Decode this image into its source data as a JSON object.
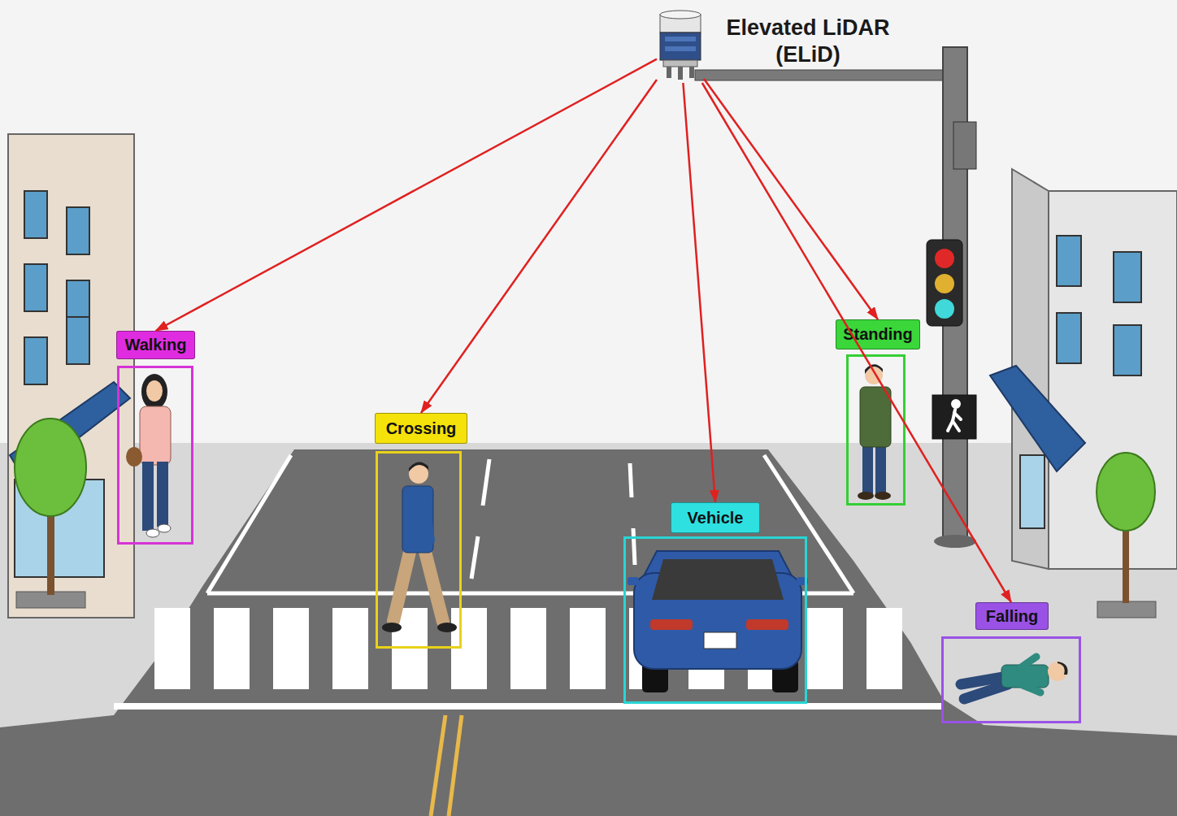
{
  "diagram": {
    "nodes": [
      {
        "text": [
          "Elevated LiDAR (ELiD)"
        ]
      },
      {
        "text": [
          "Walking"
        ]
      },
      {
        "text": [
          "Crossing"
        ]
      },
      {
        "text": [
          "Vehicle"
        ]
      },
      {
        "text": [
          "Standing"
        ]
      },
      {
        "text": [
          "Falling"
        ]
      }
    ],
    "edges": [
      {
        "from": 0,
        "to": 1,
        "arrow": "to"
      },
      {
        "from": 0,
        "to": 2,
        "arrow": "to"
      },
      {
        "from": 0,
        "to": 3,
        "arrow": "to"
      },
      {
        "from": 0,
        "to": 4,
        "arrow": "to"
      },
      {
        "from": 0,
        "to": 5,
        "arrow": "to"
      }
    ]
  }
}
